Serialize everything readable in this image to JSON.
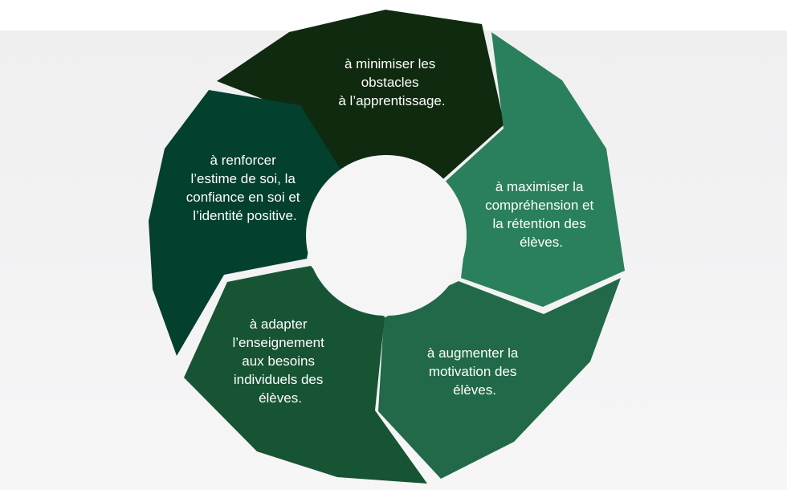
{
  "diagram": {
    "segments": [
      {
        "id": "top",
        "color": "#0f2a0e",
        "lines": [
          "à minimiser les",
          "obstacles",
          "à l’apprentissage."
        ]
      },
      {
        "id": "upper-right",
        "color": "#2a7f5c",
        "lines": [
          "à maximiser la",
          "compréhension et",
          "la rétention des",
          "élèves."
        ]
      },
      {
        "id": "lower-right",
        "color": "#216948",
        "lines": [
          "à augmenter la",
          "motivation des",
          "élèves."
        ]
      },
      {
        "id": "bottom",
        "color": "#175434",
        "lines": [
          "à adapter",
          "l’enseignement",
          "aux besoins",
          "individuels des",
          "élèves."
        ]
      },
      {
        "id": "left",
        "color": "#03402e",
        "lines": [
          "à renforcer",
          "l’estime de soi, la",
          "confiance en soi et",
          "l’identité positive."
        ]
      }
    ],
    "center_color": "#f5f5f6"
  }
}
